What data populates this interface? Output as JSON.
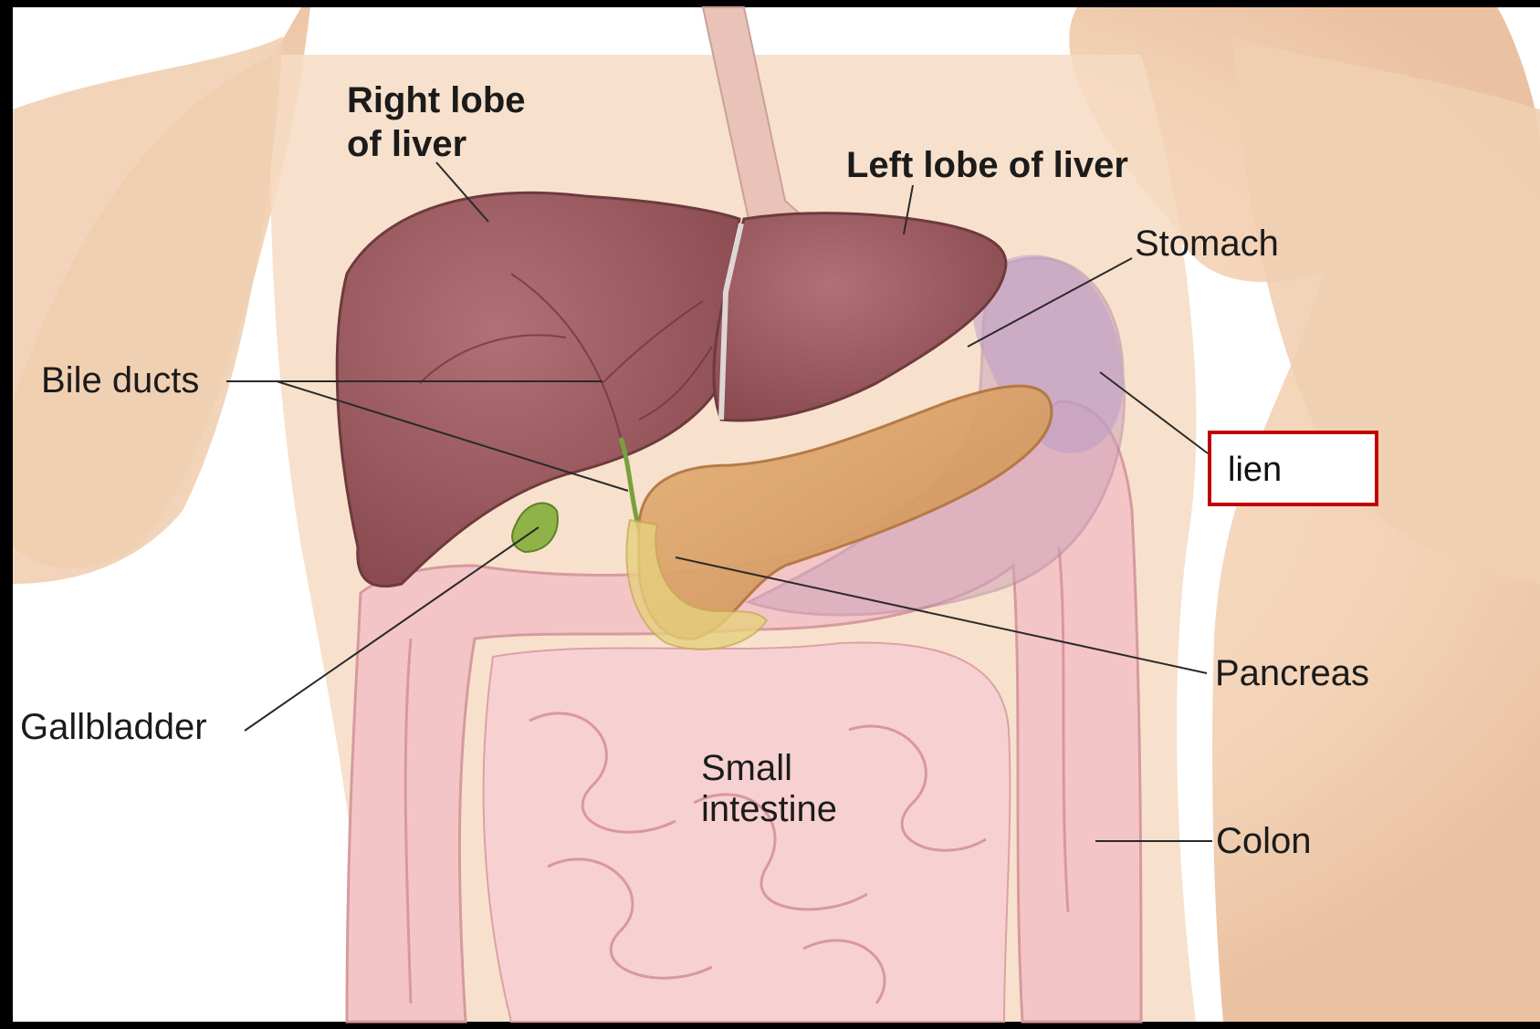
{
  "labels": {
    "right_lobe_line1": "Right lobe",
    "right_lobe_line2": "of liver",
    "left_lobe": "Left lobe of liver",
    "stomach": "Stomach",
    "bile_ducts": "Bile ducts",
    "gallbladder": "Gallbladder",
    "pancreas": "Pancreas",
    "small_intestine_line1": "Small",
    "small_intestine_line2": "intestine",
    "colon": "Colon"
  },
  "answer_box": {
    "text": "lien",
    "border_color": "#c00000"
  },
  "colors": {
    "skin": "#f6dcc4",
    "liver": "#9a5a5e",
    "pancreas": "#dca36a",
    "intestine": "#f3c7c8",
    "gallbladder": "#8fb347",
    "stomach": "#cfa4b9",
    "leader_line": "#2a2a2a"
  }
}
